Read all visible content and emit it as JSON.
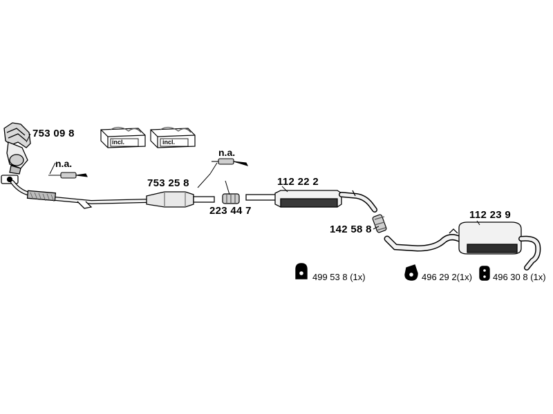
{
  "parts": {
    "manifold": "753 09 8",
    "converter": "753 25 8",
    "connector": "223 44 7",
    "middle_silencer": "112 22 2",
    "clamp": "142 58 8",
    "rear_silencer": "112 23 9"
  },
  "notes": {
    "sensor_front": "n.a.",
    "sensor_rear": "n.a.",
    "kit_1": "incl.",
    "kit_2": "incl."
  },
  "hardware": [
    {
      "label": "499 53 8 (1x)"
    },
    {
      "label": "496 29 2(1x)"
    },
    {
      "label": "496 30 8 (1x)"
    }
  ],
  "colors": {
    "ink": "#000000",
    "pipe_fill": "#f2f2f2",
    "shade": "#9a9a9a"
  }
}
